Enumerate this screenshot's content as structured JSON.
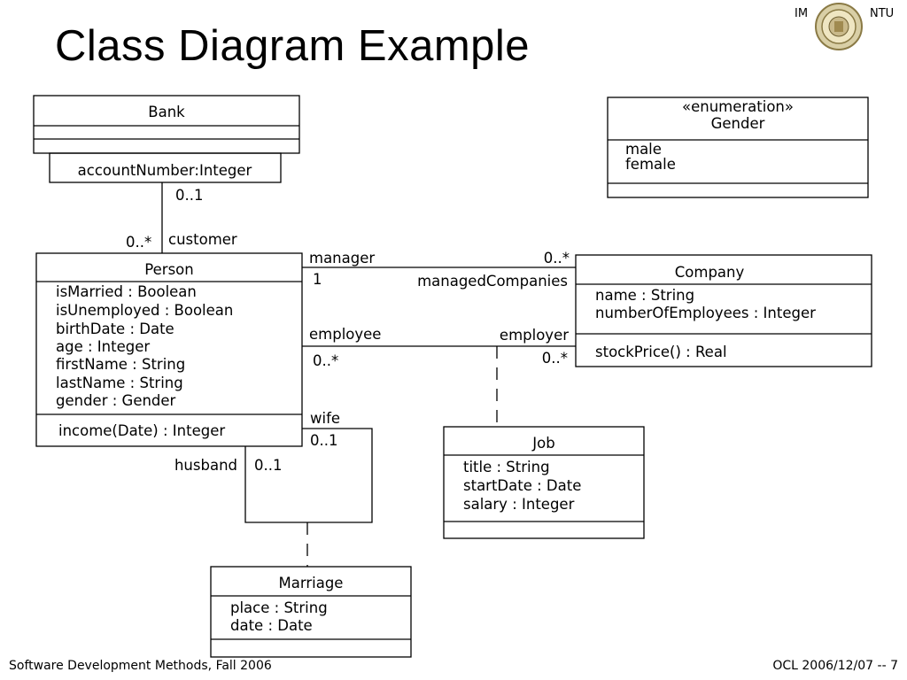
{
  "slide": {
    "title": "Class Diagram Example",
    "header_left": "IM",
    "header_right": "NTU",
    "footer_left": "Software Development Methods, Fall 2006",
    "footer_right": "OCL 2006/12/07 -- 7"
  },
  "classes": {
    "bank": {
      "name": "Bank",
      "qualifier": "accountNumber:Integer"
    },
    "gender": {
      "stereotype": "«enumeration»",
      "name": "Gender",
      "literals": [
        "male",
        "female"
      ]
    },
    "person": {
      "name": "Person",
      "attributes": [
        "isMarried : Boolean",
        "isUnemployed : Boolean",
        "birthDate : Date",
        "age : Integer",
        "firstName : String",
        "lastName : String",
        "gender : Gender"
      ],
      "operations": [
        "income(Date) : Integer"
      ]
    },
    "company": {
      "name": "Company",
      "attributes": [
        "name : String",
        "numberOfEmployees : Integer"
      ],
      "operations": [
        "stockPrice() : Real"
      ]
    },
    "job": {
      "name": "Job",
      "attributes": [
        "title : String",
        "startDate : Date",
        "salary : Integer"
      ]
    },
    "marriage": {
      "name": "Marriage",
      "attributes": [
        "place : String",
        "date : Date"
      ]
    }
  },
  "associations": {
    "bank_mult": "0..1",
    "customer_mult": "0..*",
    "customer_role": "customer",
    "manager_role": "manager",
    "manager_mult": "1",
    "managed_role": "managedCompanies",
    "managed_mult": "0..*",
    "employee_role": "employee",
    "employee_mult": "0..*",
    "employer_role": "employer",
    "employer_mult": "0..*",
    "wife_role": "wife",
    "wife_mult": "0..1",
    "husband_role": "husband",
    "husband_mult": "0..1"
  }
}
